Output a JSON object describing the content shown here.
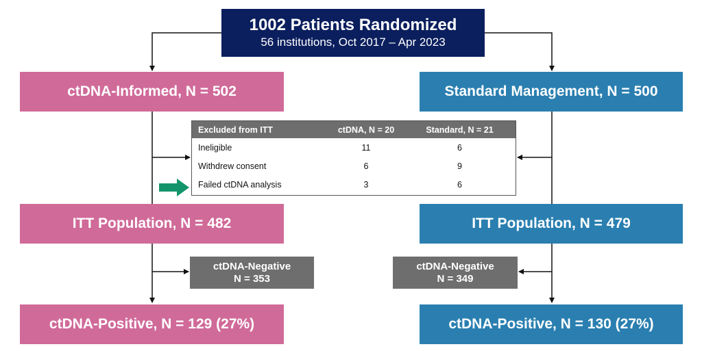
{
  "top": {
    "title": "1002 Patients Randomized",
    "subtitle": "56 institutions, Oct 2017 – Apr 2023"
  },
  "left": {
    "arm": "ctDNA-Informed, N = 502",
    "itt": "ITT Population, N = 482",
    "negative": {
      "line1": "ctDNA-Negative",
      "line2": "N = 353"
    },
    "positive": "ctDNA-Positive, N = 129 (27%)"
  },
  "right": {
    "arm": "Standard Management, N = 500",
    "itt": "ITT Population, N = 479",
    "negative": {
      "line1": "ctDNA-Negative",
      "line2": "N = 349"
    },
    "positive": "ctDNA-Positive, N = 130 (27%)"
  },
  "excluded": {
    "headers": [
      "Excluded from ITT",
      "ctDNA, N = 20",
      "Standard, N = 21"
    ],
    "rows": [
      [
        "Ineligible",
        "11",
        "6"
      ],
      [
        "Withdrew consent",
        "6",
        "9"
      ],
      [
        "Failed ctDNA analysis",
        "3",
        "6"
      ]
    ]
  },
  "colors": {
    "navy": "#0b1f5e",
    "pink": "#d06a99",
    "blue": "#2a7fb0",
    "gray": "#6e6e6e",
    "green_arrow": "#14946a"
  }
}
